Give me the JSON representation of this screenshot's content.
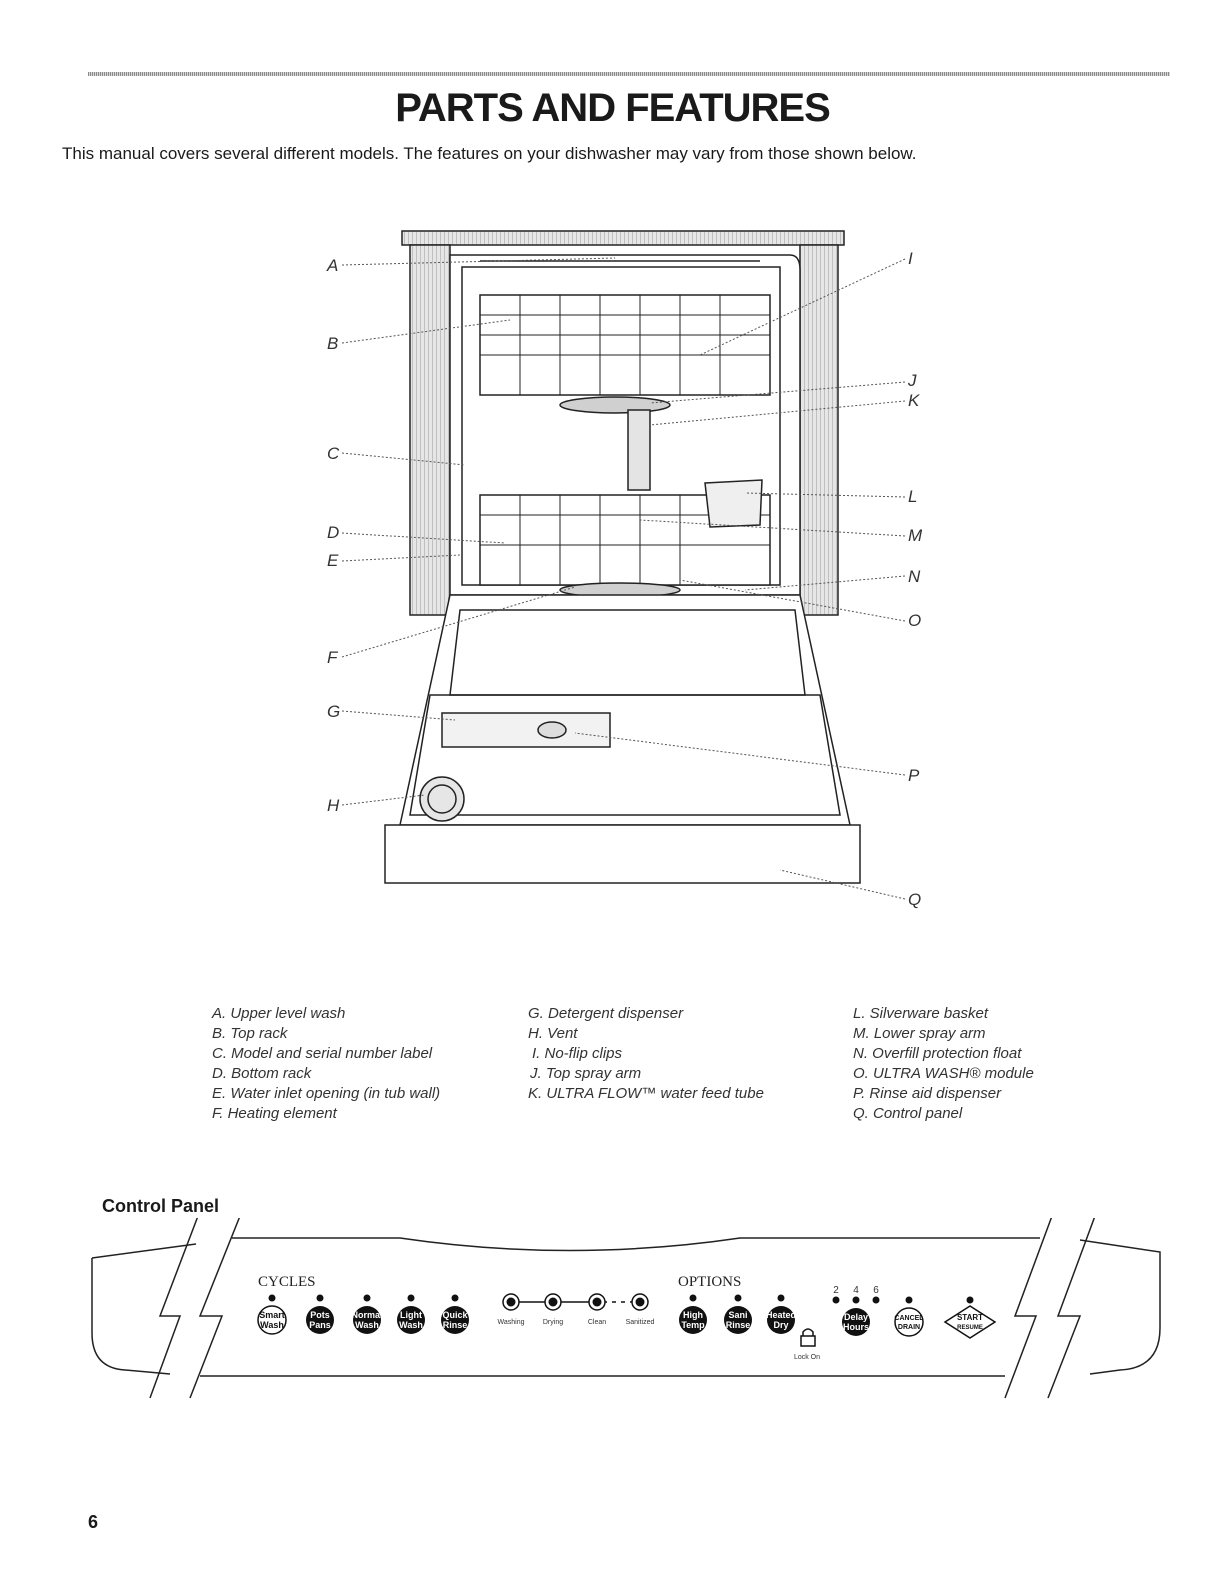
{
  "page": {
    "title": "PARTS AND FEATURES",
    "intro": "This manual covers several different models. The features on your dishwasher may vary from those shown below.",
    "page_number": "6"
  },
  "callouts": [
    "A",
    "B",
    "C",
    "D",
    "E",
    "F",
    "G",
    "H",
    "I",
    "J",
    "K",
    "L",
    "M",
    "N",
    "O",
    "P",
    "Q"
  ],
  "legend": {
    "col1": [
      "A. Upper level wash",
      "B. Top rack",
      "C. Model and serial number label",
      "D. Bottom rack",
      "E. Water inlet opening (in tub wall)",
      "F. Heating element"
    ],
    "col2": [
      "G. Detergent dispenser",
      "H. Vent",
      "I. No-flip clips",
      "J. Top spray arm",
      "K. ULTRA FLOW™ water feed tube"
    ],
    "col3": [
      "L. Silverware basket",
      "M. Lower spray arm",
      "N. Overfill protection float",
      "O. ULTRA WASH® module",
      "P. Rinse aid dispenser",
      "Q. Control panel"
    ]
  },
  "control_panel": {
    "title": "Control Panel",
    "cycles_heading": "CYCLES",
    "options_heading": "OPTIONS",
    "cycle_buttons": [
      {
        "line1": "Smart",
        "line2": "Wash"
      },
      {
        "line1": "Pots",
        "line2": "Pans"
      },
      {
        "line1": "Normal",
        "line2": "Wash"
      },
      {
        "line1": "Light",
        "line2": "Wash"
      },
      {
        "line1": "Quick",
        "line2": "Rinse"
      }
    ],
    "status_indicators": [
      "Washing",
      "Drying",
      "Clean",
      "Sanitized"
    ],
    "option_buttons": [
      {
        "line1": "High",
        "line2": "Temp"
      },
      {
        "line1": "Sani",
        "line2": "Rinse"
      },
      {
        "line1": "Heated",
        "line2": "Dry"
      }
    ],
    "lock_label": "Lock On",
    "delay_hours": [
      "2",
      "4",
      "6"
    ],
    "delay_button": {
      "line1": "Delay",
      "line2": "Hours"
    },
    "cancel_button": {
      "line1": "CANCEL",
      "line2": "DRAIN"
    },
    "start_button": {
      "line1": "START",
      "line2": "RESUME"
    }
  }
}
